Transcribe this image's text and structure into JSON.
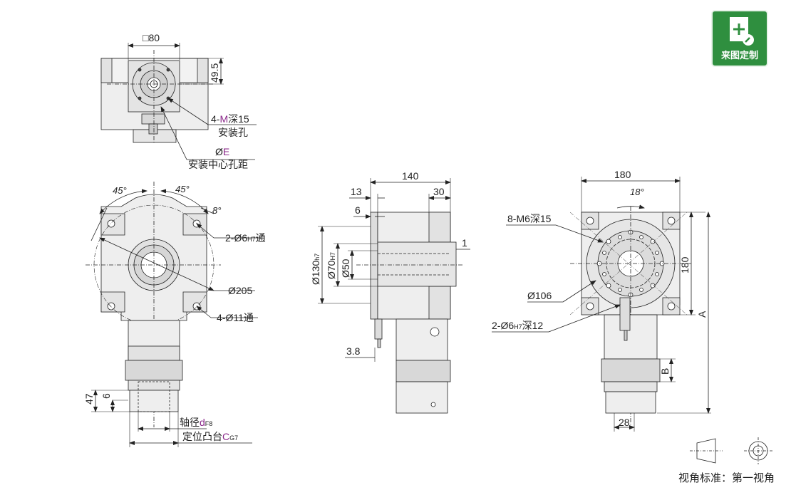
{
  "badge": {
    "label": "来图定制",
    "icon": "custom-drawing-icon",
    "color": "#2f8f3f"
  },
  "accent_color": "#8b2a8b",
  "part_color": "#eeeeee",
  "view_standard": {
    "caption": "视角标准：第一视角"
  },
  "top_view": {
    "dim_80": "□80",
    "dim_49_5": "49.5",
    "mount_hole_prefix": "4-",
    "mount_hole_m": "M",
    "mount_hole_suffix": "深15",
    "mount_hole_desc": "安装孔",
    "pcd_symbol": "Ø",
    "pcd_e": "E",
    "pcd_desc": "安装中心孔距"
  },
  "front_view": {
    "angle_left": "45°",
    "angle_right": "45°",
    "angle_small": "8°",
    "pin_hole_a": "2-Ø6",
    "pin_hole_tol": "H7",
    "pin_hole_b": "通",
    "dia_205": "Ø205",
    "thru_holes": "4-Ø11通",
    "dim_47": "47",
    "dim_6": "6",
    "shaft_label": "轴径",
    "shaft_d": "d",
    "shaft_tol": "F8",
    "pilot_label": "定位凸台",
    "pilot_c": "C",
    "pilot_tol": "G7"
  },
  "side_view": {
    "dim_140": "140",
    "dim_13": "13",
    "dim_30": "30",
    "dim_6": "6",
    "dim_1": "1",
    "dim_3_8": "3.8",
    "dia_130": "Ø130",
    "dia_130_tol": "h7",
    "dia_70": "Ø70",
    "dia_70_tol": "H7",
    "dia_50": "Ø50"
  },
  "right_view": {
    "dim_180_top": "180",
    "angle_18": "18°",
    "taps": "8-M6深15",
    "dim_180_side": "180",
    "dia_106": "Ø106",
    "pin": "2-Ø6",
    "pin_tol": "H7",
    "pin_depth": "深12",
    "dim_a": "A",
    "dim_b": "B",
    "dim_28": "28"
  }
}
